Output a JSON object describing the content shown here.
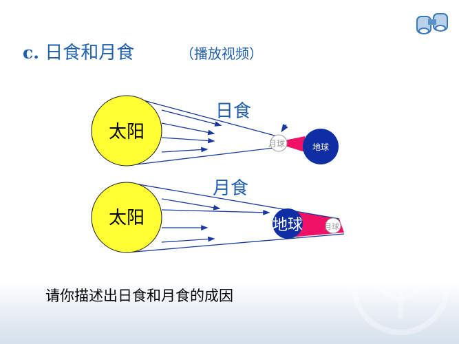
{
  "slide": {
    "title_letter": "c.",
    "title_text": "日食和月食",
    "subtitle": "（播放视频）",
    "question": "请你描述出日食和月食的成因"
  },
  "solar_eclipse": {
    "label": "日食",
    "sun_label": "太阳",
    "moon_label": "月球",
    "earth_label": "地球"
  },
  "lunar_eclipse": {
    "label": "月食",
    "sun_label": "太阳",
    "earth_label": "地球",
    "moon_label": "月球"
  },
  "colors": {
    "title": "#1f5fae",
    "sun_fill": "#ffff33",
    "earth_fill": "#0f2ea3",
    "shadow_fill": "#ee1166",
    "ray": "#1a3b9c"
  },
  "icons": {
    "logo": "binoculars-icon",
    "watermark": "tree-logo-icon"
  }
}
